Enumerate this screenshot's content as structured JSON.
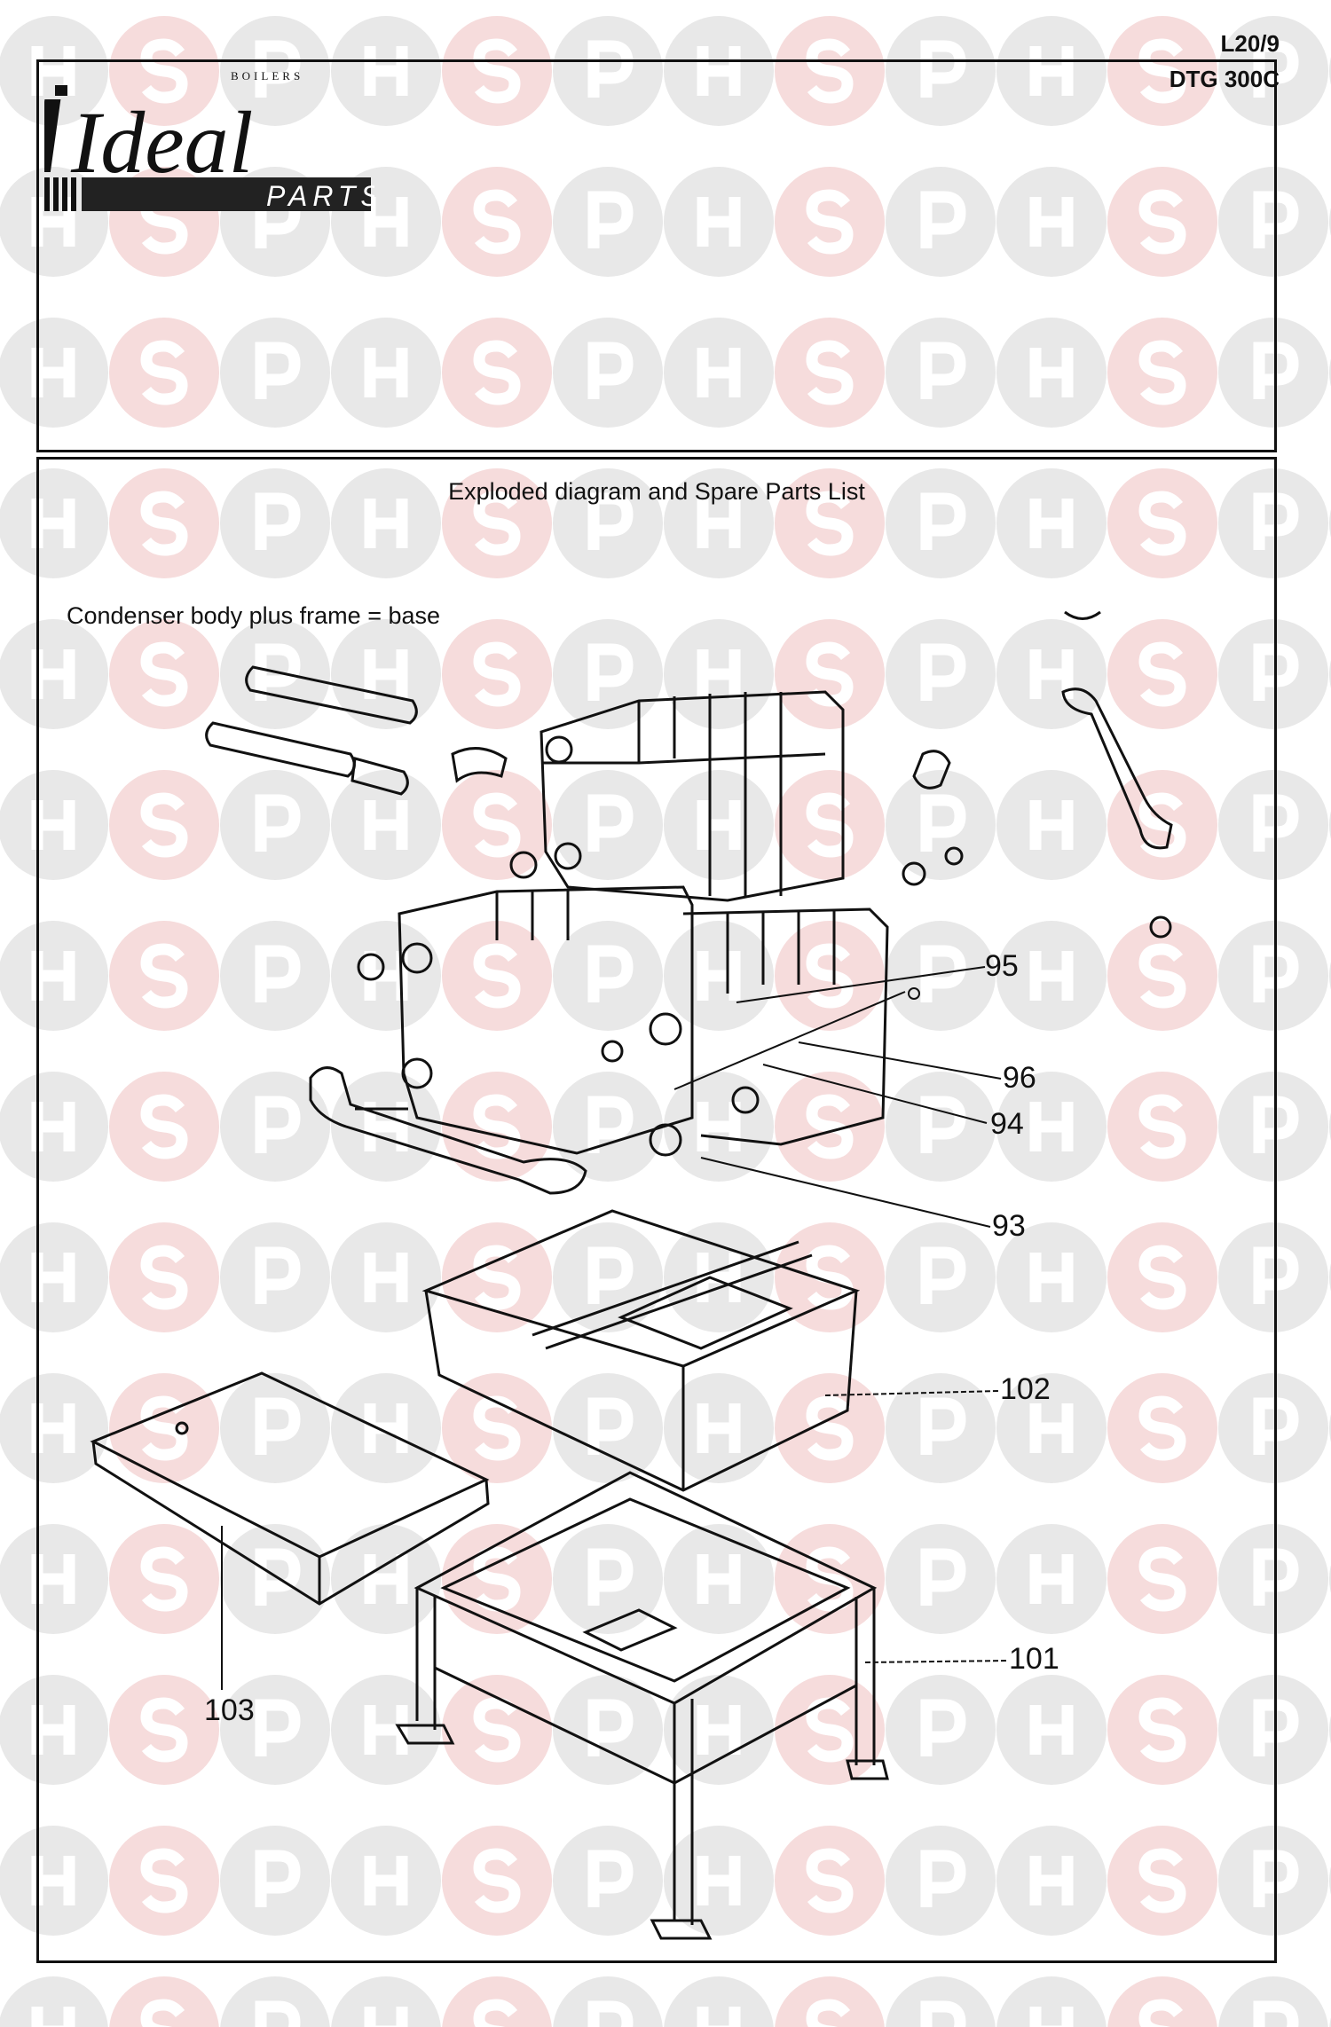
{
  "header": {
    "page_code": "L20/9",
    "model": "DTG 300C",
    "logo": {
      "brand": "Ideal",
      "tagline": "BOILERS",
      "sub": "PARTS"
    }
  },
  "main": {
    "title": "Exploded diagram and Spare Parts List",
    "section": "Condenser body plus frame = base",
    "callouts": [
      "95",
      "96",
      "94",
      "93",
      "102",
      "101",
      "103"
    ]
  },
  "watermark": {
    "letters": [
      "H",
      "S",
      "P"
    ],
    "colors": {
      "grey": "#e8e8e8",
      "pink": "#f6dcdc"
    }
  }
}
